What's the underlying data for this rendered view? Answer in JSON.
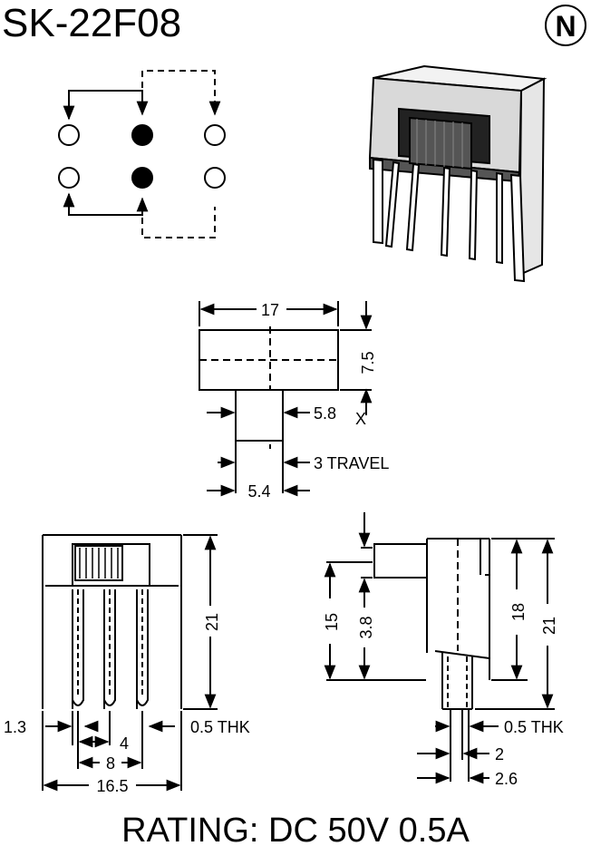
{
  "title": "SK-22F08",
  "logo_letter": "N",
  "rating": "RATING: DC 50V 0.5A",
  "top_view": {
    "width": "17",
    "height": "7.5",
    "actuator_width": "5.8",
    "x_mark": "X",
    "travel": "3 TRAVEL",
    "actuator_base": "5.4"
  },
  "front_view": {
    "height": "21",
    "lead_width": "1.3",
    "lead_thickness": "0.5 THK",
    "pitch": "4",
    "outer_pitch": "8",
    "overall_width": "16.5"
  },
  "side_view": {
    "overall_height": "21",
    "body_height": "18",
    "actuator_offset": "15",
    "actuator_height": "3.8",
    "lead_thickness": "0.5 THK",
    "lead_spacing": "2",
    "pin_offset": "2.6"
  },
  "colors": {
    "ink": "#000000",
    "paper": "#ffffff"
  }
}
